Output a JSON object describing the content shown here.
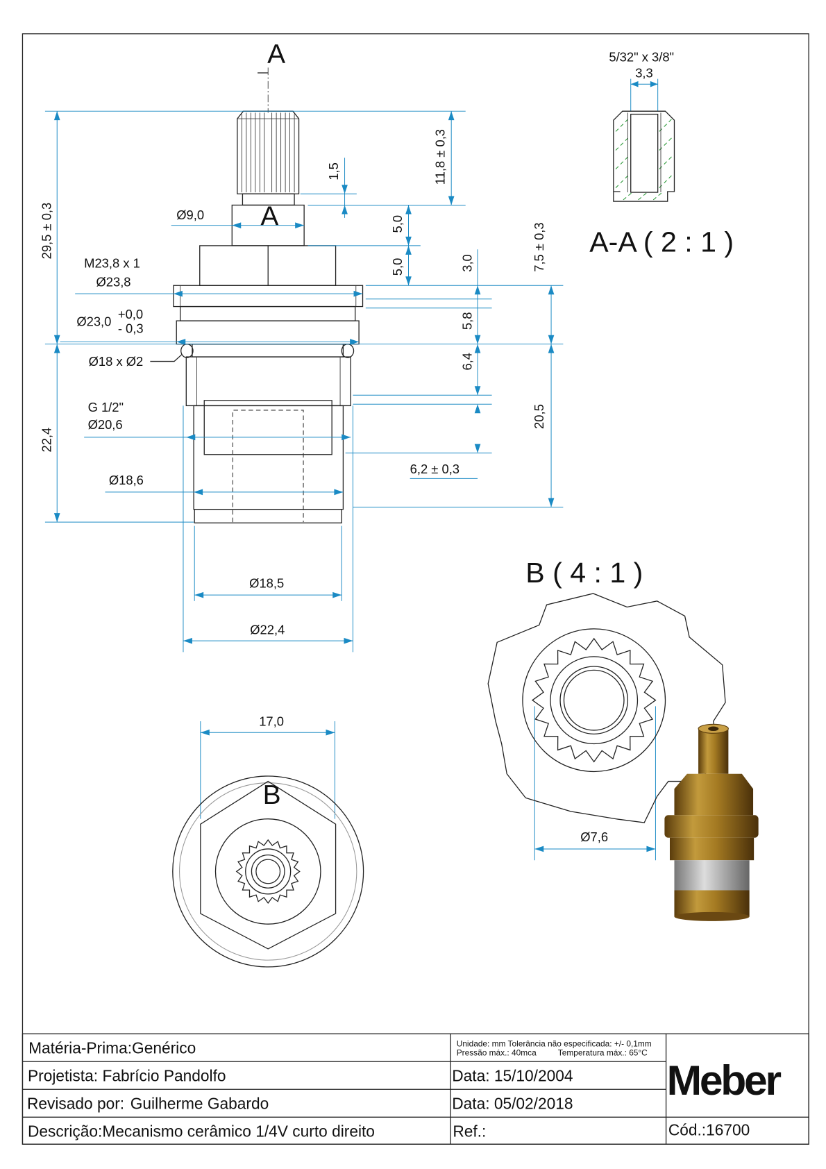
{
  "views": {
    "section_mark_top": "A",
    "section_mark_mid": "A",
    "detail_mark": "B",
    "section_title": "A-A  ( 2 : 1 )",
    "detail_title": "B  ( 4 : 1 )"
  },
  "dimensions": {
    "overall_height": "29,5 ± 0,3",
    "lower_height": "22,4",
    "spline_height": "11,8 ± 0,3",
    "spline_step": "1,5",
    "neck_height": "5,0",
    "hex_height": "5,0",
    "flange": "3,0",
    "upper_ref": "7,5 ± 0,3",
    "ring": "5,8",
    "oring_zone": "6,4",
    "lower_ref": "20,5",
    "thread_len": "6,2 ± 0,3",
    "d9": "Ø9,0",
    "thread_m": "M23,8 x 1",
    "d23_8": "Ø23,8",
    "d23_0": "Ø23,0",
    "tol_plus": "+0,0",
    "tol_minus": "- 0,3",
    "oring": "Ø18 x Ø2",
    "g_thread": "G 1/2\"",
    "d20_6": "Ø20,6",
    "d18_6": "Ø18,6",
    "d18_5": "Ø18,5",
    "d22_4": "Ø22,4",
    "hex_flat": "17,0",
    "d7_6": "Ø7,6",
    "spline_spec": "5/32\" x 3/8\"",
    "bore": "3,3"
  },
  "title_block": {
    "material_label": "Matéria-Prima:",
    "material": "Genérico",
    "notes_line1": "Unidade: mm Tolerância não especificada: +/- 0,1mm",
    "notes_line2a": "Pressão máx.: 40mca",
    "notes_line2b": "Temperatura máx.: 65°C",
    "designer_label": "Projetista:",
    "designer": "Fabrício Pandolfo",
    "date1": "Data: 15/10/2004",
    "reviewer_label": "Revisado por:",
    "reviewer": "Guilherme Gabardo",
    "date2": "Data: 05/02/2018",
    "desc_label": "Descrição:",
    "description": "Mecanismo cerâmico 1/4V curto direito",
    "ref": "Ref.:",
    "code_label": "Cód.:",
    "code": "16700",
    "brand": "Meber"
  },
  "colors": {
    "dimension": "#1a8ac4",
    "hatch": "#2e9a3a",
    "brass": "#a0761e"
  }
}
